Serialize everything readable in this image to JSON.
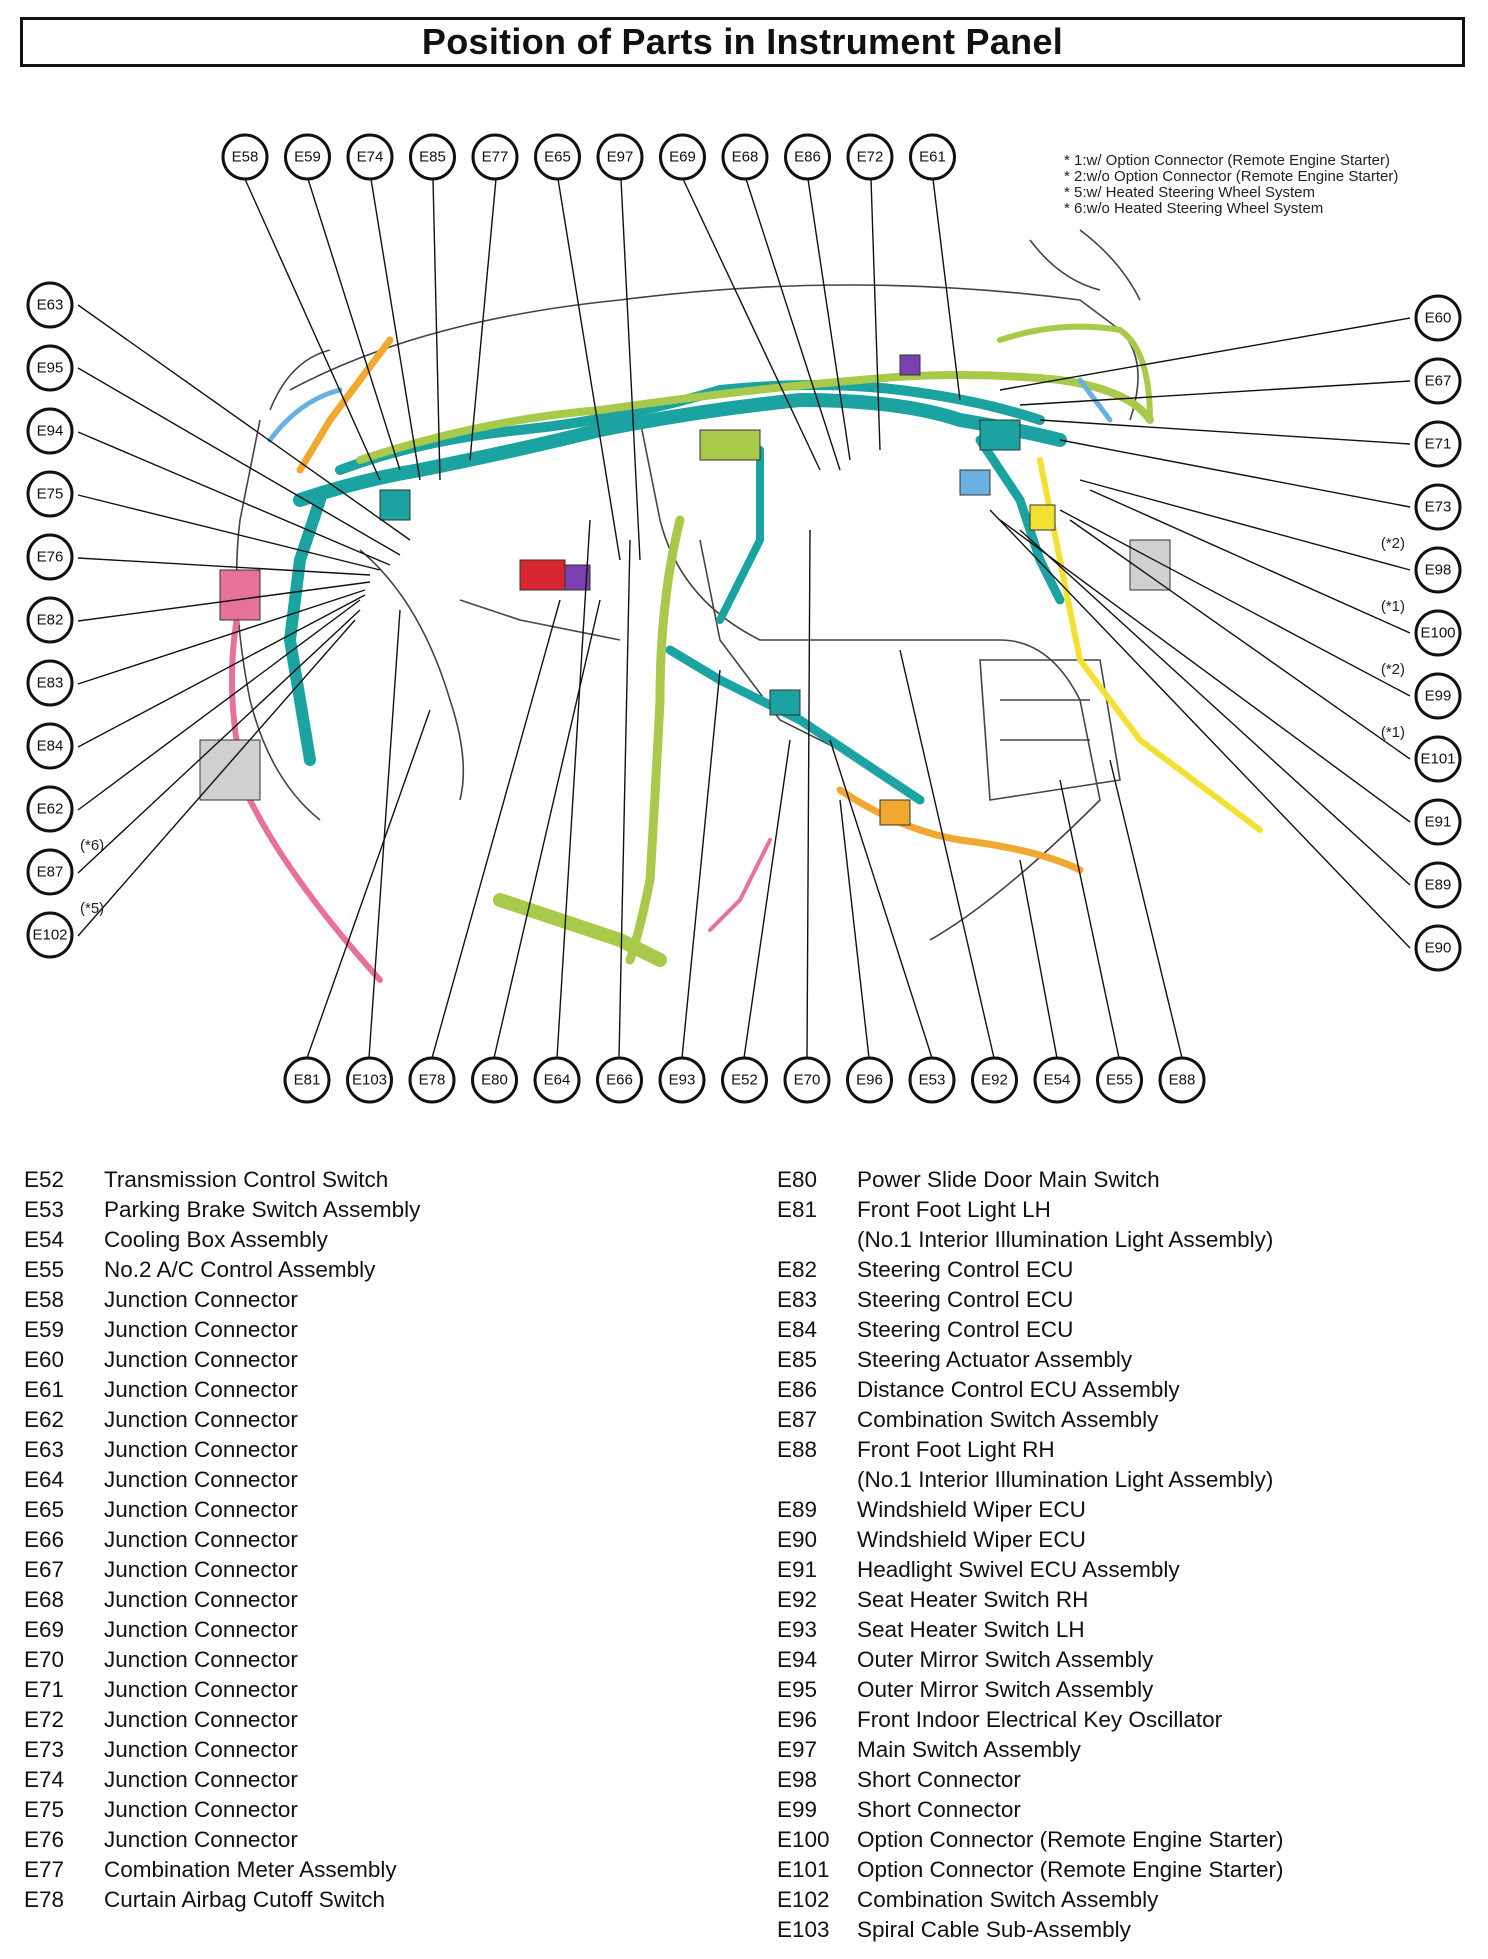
{
  "title": "Position of Parts in Instrument Panel",
  "notes": [
    "* 1:w/ Option Connector (Remote Engine Starter)",
    "* 2:w/o Option Connector (Remote Engine Starter)",
    "* 5:w/ Heated Steering Wheel System",
    "* 6:w/o Heated Steering Wheel System"
  ],
  "colors": {
    "teal": "#1aa3a0",
    "lime": "#a9c94a",
    "yellow": "#f2e130",
    "orange": "#f0a830",
    "pink": "#e8719a",
    "red": "#d7262f",
    "blue": "#6ab0e0",
    "purple": "#7a3fb0",
    "gray": "#d0d0d0"
  },
  "callouts": {
    "top": [
      "E58",
      "E59",
      "E74",
      "E85",
      "E77",
      "E65",
      "E97",
      "E69",
      "E68",
      "E86",
      "E72",
      "E61"
    ],
    "left": [
      "E63",
      "E95",
      "E94",
      "E75",
      "E76",
      "E82",
      "E83",
      "E84",
      "E62",
      "E87",
      "E102"
    ],
    "right": [
      "E60",
      "E67",
      "E71",
      "E73",
      "E98",
      "E100",
      "E99",
      "E101",
      "E91",
      "E89",
      "E90"
    ],
    "bottom": [
      "E81",
      "E103",
      "E78",
      "E80",
      "E64",
      "E66",
      "E93",
      "E52",
      "E70",
      "E96",
      "E53",
      "E92",
      "E54",
      "E55",
      "E88"
    ]
  },
  "conditions": {
    "E87": "(*6)",
    "E102": "(*5)",
    "E98": "(*2)",
    "E100": "(*1)",
    "E99": "(*2)",
    "E101": "(*1)"
  },
  "legend_left": [
    {
      "code": "E52",
      "name": "Transmission Control Switch"
    },
    {
      "code": "E53",
      "name": "Parking Brake Switch Assembly"
    },
    {
      "code": "E54",
      "name": "Cooling Box Assembly"
    },
    {
      "code": "E55",
      "name": "No.2 A/C Control Assembly"
    },
    {
      "code": "E58",
      "name": "Junction Connector"
    },
    {
      "code": "E59",
      "name": "Junction Connector"
    },
    {
      "code": "E60",
      "name": "Junction Connector"
    },
    {
      "code": "E61",
      "name": "Junction Connector"
    },
    {
      "code": "E62",
      "name": "Junction Connector"
    },
    {
      "code": "E63",
      "name": "Junction Connector"
    },
    {
      "code": "E64",
      "name": "Junction Connector"
    },
    {
      "code": "E65",
      "name": "Junction Connector"
    },
    {
      "code": "E66",
      "name": "Junction Connector"
    },
    {
      "code": "E67",
      "name": "Junction Connector"
    },
    {
      "code": "E68",
      "name": "Junction Connector"
    },
    {
      "code": "E69",
      "name": "Junction Connector"
    },
    {
      "code": "E70",
      "name": "Junction Connector"
    },
    {
      "code": "E71",
      "name": "Junction Connector"
    },
    {
      "code": "E72",
      "name": "Junction Connector"
    },
    {
      "code": "E73",
      "name": "Junction Connector"
    },
    {
      "code": "E74",
      "name": "Junction Connector"
    },
    {
      "code": "E75",
      "name": "Junction Connector"
    },
    {
      "code": "E76",
      "name": "Junction Connector"
    },
    {
      "code": "E77",
      "name": "Combination Meter Assembly"
    },
    {
      "code": "E78",
      "name": "Curtain Airbag Cutoff Switch"
    }
  ],
  "legend_right": [
    {
      "code": "E80",
      "name": "Power Slide Door Main Switch"
    },
    {
      "code": "E81",
      "name": "Front Foot Light LH"
    },
    {
      "code": "",
      "name": "(No.1 Interior Illumination Light Assembly)"
    },
    {
      "code": "E82",
      "name": "Steering Control ECU"
    },
    {
      "code": "E83",
      "name": "Steering Control ECU"
    },
    {
      "code": "E84",
      "name": "Steering Control ECU"
    },
    {
      "code": "E85",
      "name": "Steering Actuator Assembly"
    },
    {
      "code": "E86",
      "name": "Distance Control ECU Assembly"
    },
    {
      "code": "E87",
      "name": "Combination Switch Assembly"
    },
    {
      "code": "E88",
      "name": "Front Foot Light RH"
    },
    {
      "code": "",
      "name": "(No.1 Interior Illumination Light Assembly)"
    },
    {
      "code": "E89",
      "name": "Windshield Wiper ECU"
    },
    {
      "code": "E90",
      "name": "Windshield Wiper ECU"
    },
    {
      "code": "E91",
      "name": "Headlight Swivel ECU Assembly"
    },
    {
      "code": "E92",
      "name": "Seat Heater Switch RH"
    },
    {
      "code": "E93",
      "name": "Seat Heater Switch LH"
    },
    {
      "code": "E94",
      "name": "Outer Mirror Switch Assembly"
    },
    {
      "code": "E95",
      "name": "Outer Mirror Switch Assembly"
    },
    {
      "code": "E96",
      "name": "Front Indoor Electrical Key Oscillator"
    },
    {
      "code": "E97",
      "name": "Main Switch Assembly"
    },
    {
      "code": "E98",
      "name": "Short Connector"
    },
    {
      "code": "E99",
      "name": "Short Connector"
    },
    {
      "code": "E100",
      "name": "Option Connector (Remote Engine Starter)"
    },
    {
      "code": "E101",
      "name": "Option Connector (Remote Engine Starter)"
    },
    {
      "code": "E102",
      "name": "Combination Switch Assembly"
    },
    {
      "code": "E103",
      "name": "Spiral Cable Sub-Assembly"
    }
  ]
}
